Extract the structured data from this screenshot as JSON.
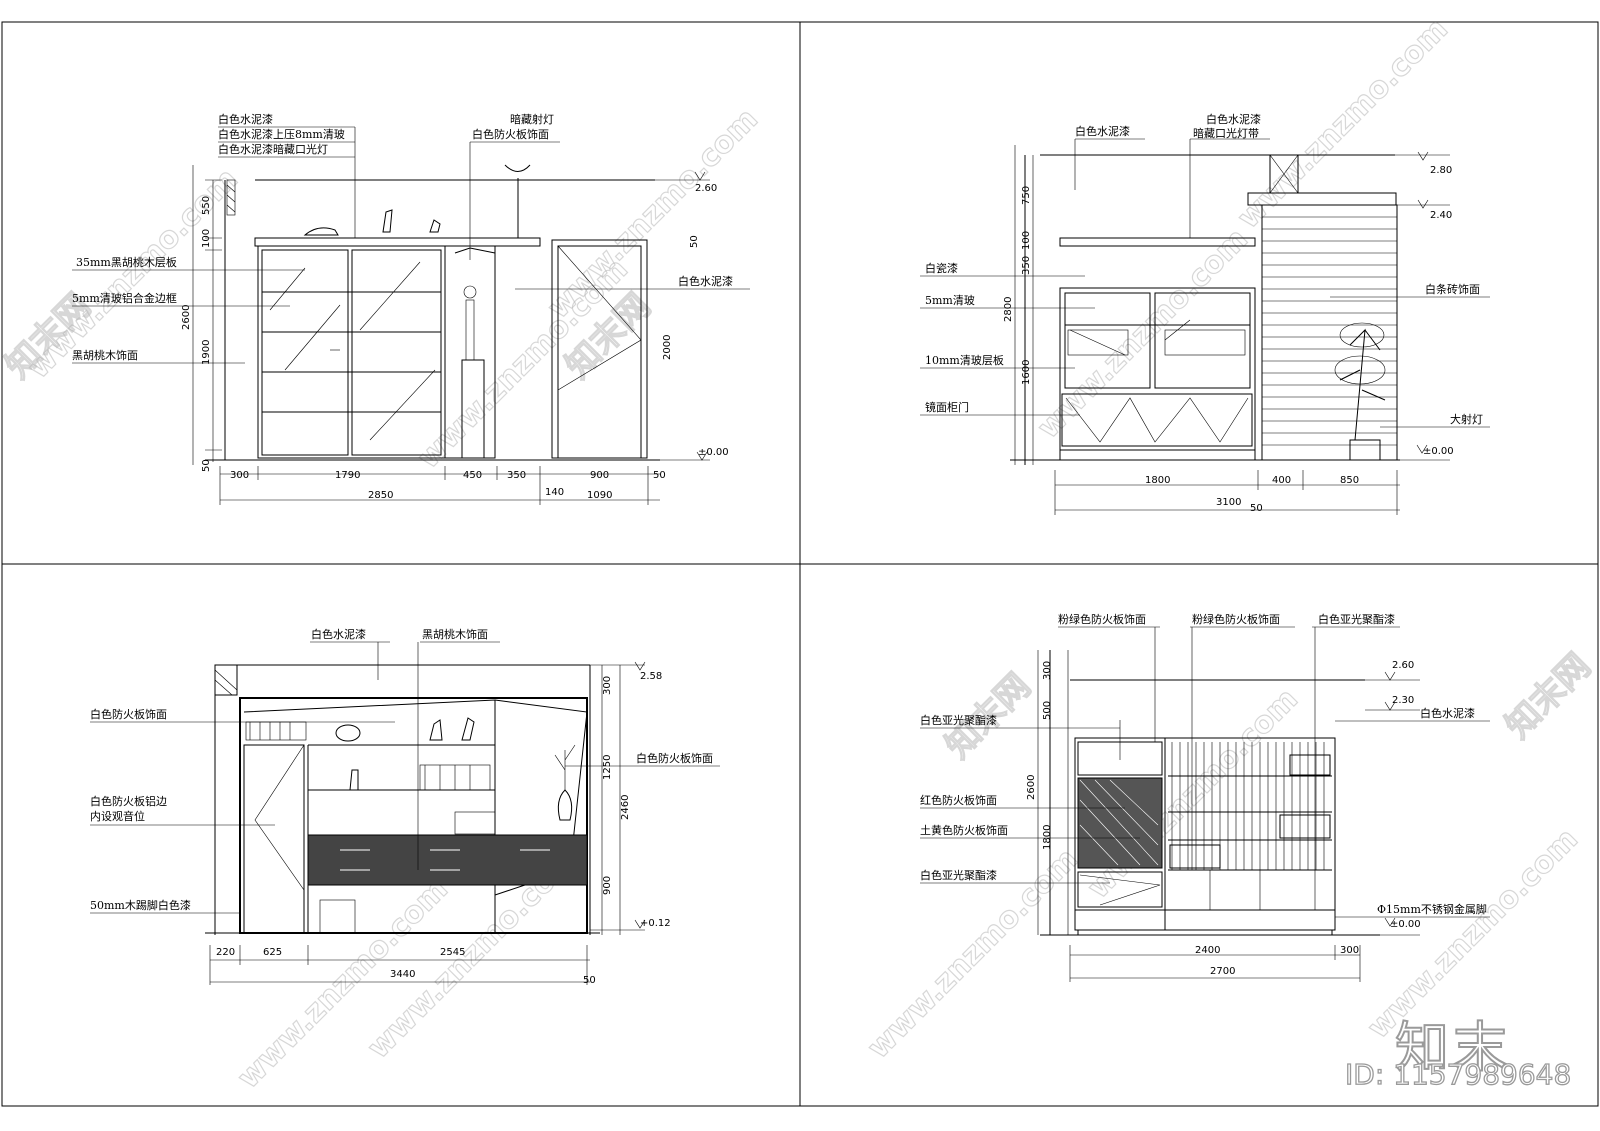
{
  "panel_a": {
    "labels": {
      "t1": "白色水泥漆",
      "t2": "白色水泥漆上压8mm清玻",
      "t3": "白色水泥漆暗藏口光灯",
      "spot": "暗藏射灯",
      "fire": "白色防火板饰面",
      "shelf35": "35mm黑胡桃木层板",
      "alu": "5mm清玻铝合金边框",
      "walnut": "黑胡桃木饰面",
      "right": "白色水泥漆"
    },
    "levels": {
      "top": "2.60",
      "floor": "±0.00"
    },
    "vdims": {
      "d550": "550",
      "d100": "100",
      "d2600": "2600",
      "d1900": "1900",
      "d50": "50",
      "r50": "50",
      "r2000": "2000"
    },
    "hdims": {
      "d300": "300",
      "d1790": "1790",
      "d450": "450",
      "d350": "350",
      "d900": "900",
      "d50": "50",
      "d2850": "2850",
      "d140": "140",
      "d1090": "1090"
    }
  },
  "panel_b": {
    "labels": {
      "t1": "白色水泥漆",
      "t2": "白色水泥漆",
      "t3": "暗藏口光灯带",
      "paint": "白瓷漆",
      "glass5": "5mm清玻",
      "glass10": "10mm清玻层板",
      "mirror": "镜面柜门",
      "brick": "白条砖饰面",
      "lamp": "大射灯"
    },
    "levels": {
      "l280": "2.80",
      "l240": "2.40",
      "floor": "±0.00"
    },
    "vdims": {
      "d750": "750",
      "d100": "100",
      "d350": "350",
      "d2800": "2800",
      "d1600": "1600"
    },
    "hdims": {
      "d1800": "1800",
      "d400": "400",
      "d850": "850",
      "d3100": "3100",
      "d50": "50"
    }
  },
  "panel_c": {
    "labels": {
      "t1": "白色水泥漆",
      "t2": "黑胡桃木饰面",
      "fire1": "白色防火板饰面",
      "fire2a": "白色防火板铝边",
      "fire2b": "内设观音位",
      "skirt": "50mm木踢脚白色漆",
      "right": "白色防火板饰面"
    },
    "levels": {
      "top": "2.58",
      "floor": "+0.12"
    },
    "vdims": {
      "d300": "300",
      "d1250": "1250",
      "d2460": "2460",
      "d900": "900"
    },
    "hdims": {
      "d220": "220",
      "d625": "625",
      "d2545": "2545",
      "d3440": "3440",
      "d50": "50"
    }
  },
  "panel_d": {
    "labels": {
      "t1": "粉绿色防火板饰面",
      "t2": "粉绿色防火板饰面",
      "t3": "白色亚光聚酯漆",
      "l1": "白色亚光聚酯漆",
      "l2": "红色防火板饰面",
      "l3": "土黄色防火板饰面",
      "l4": "白色亚光聚酯漆",
      "right": "白色水泥漆",
      "legs": "Φ15mm不锈钢金属脚"
    },
    "levels": {
      "l260": "2.60",
      "l230": "2.30",
      "floor": "±0.00"
    },
    "vdims": {
      "d300": "300",
      "d500": "500",
      "d2600": "2600",
      "d1800": "1800"
    },
    "hdims": {
      "d2400": "2400",
      "d300": "300",
      "d2700": "2700"
    }
  },
  "watermark": {
    "site": "www.znzmo.com",
    "brand": "知末网",
    "mark": "知末",
    "id": "ID: 1157989648"
  }
}
